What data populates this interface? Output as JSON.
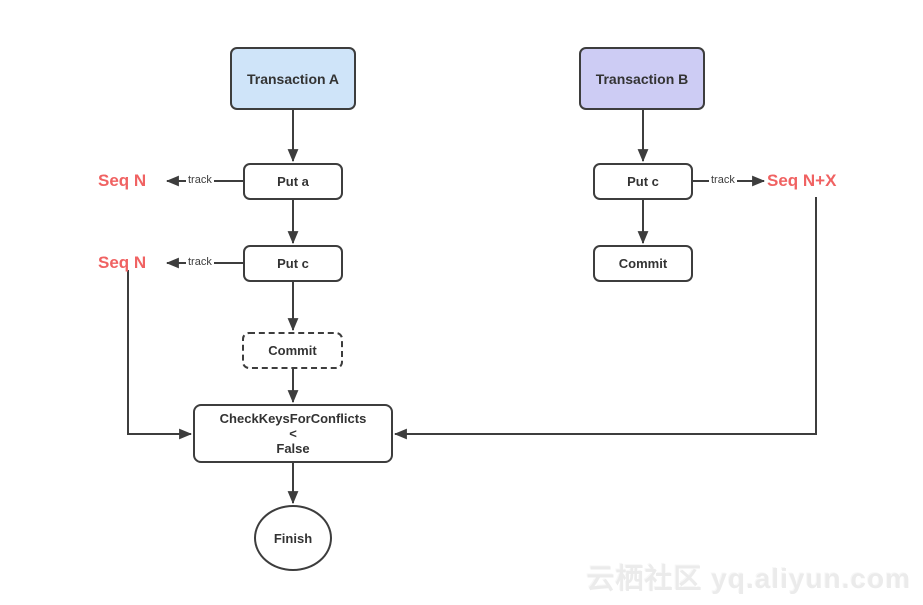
{
  "diagram": {
    "nodes": {
      "transaction_a": {
        "label": "Transaction A"
      },
      "transaction_b": {
        "label": "Transaction B"
      },
      "put_a": {
        "label": "Put a"
      },
      "put_c_left": {
        "label": "Put c"
      },
      "commit_dashed": {
        "label": "Commit"
      },
      "check_keys": {
        "line1": "CheckKeysForConflicts",
        "line2": "<",
        "line3": "False"
      },
      "finish": {
        "label": "Finish"
      },
      "put_c_right": {
        "label": "Put c"
      },
      "commit_right": {
        "label": "Commit"
      }
    },
    "labels": {
      "seq_n_1": "Seq N",
      "seq_n_2": "Seq N",
      "seq_n_plus_x": "Seq N+X",
      "track_1": "track",
      "track_2": "track",
      "track_3": "track"
    },
    "colors": {
      "line_and_border": "#3d3d3d",
      "node_text": "#333333",
      "transaction_a_fill": "#cfe4f9",
      "transaction_b_fill": "#cdccf4",
      "seq_accent_red": "#f06262",
      "watermark_gray": "#ebebeb"
    }
  },
  "watermark": {
    "text": "云栖社区 yq.aliyun.com"
  }
}
